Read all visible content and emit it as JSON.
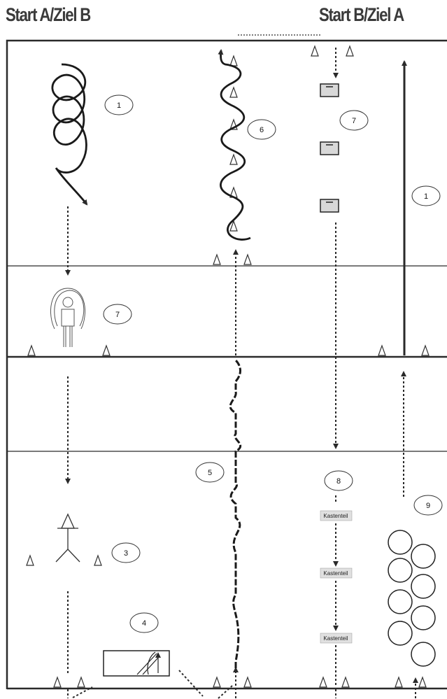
{
  "headers": {
    "left": "Start A/Ziel B",
    "right": "Start B/Ziel A"
  },
  "stations": {
    "s1_top": "1",
    "s7_top_left": "7",
    "s6_top": "6",
    "s7_top_right": "7",
    "s1_right": "1",
    "s5": "5",
    "s8": "8",
    "s9": "9",
    "s3": "3",
    "s4": "4"
  },
  "kastenteil_labels": [
    "Kastenteil",
    "Kastenteil",
    "Kastenteil"
  ],
  "colors": {
    "line": "#2a2a2a",
    "box_fill": "#d8d8d8",
    "header_text": "#3a3a3a"
  }
}
